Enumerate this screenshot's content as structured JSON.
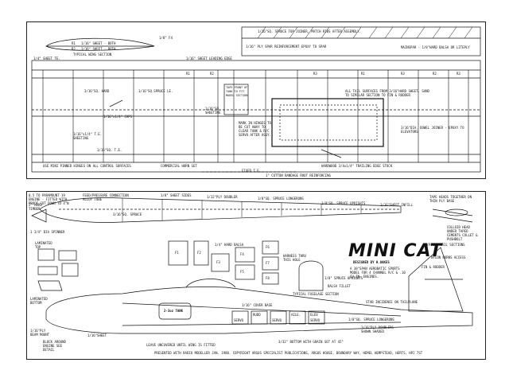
{
  "wing": {
    "section_title": "TYPICAL WING SECTION",
    "rib_labels": [
      "R1",
      "R2"
    ],
    "sheet_labels": [
      "1/16\" SHEET - BOTH",
      "1/16\" SHEET - BOTH"
    ],
    "trailing_label": "1/8\" F4",
    "top_note_1": "1/16\"SQ. SPRUCE TOP JOINER, MATCH RIBS AFTER ASSEMBLY.",
    "top_note_2": "1/16\" PLY SPAR REINFORCEMENT EPOXY TO SPAR",
    "top_note_3": "MAINSPAR - 1/8\"HARD BALSA OR LITEPLY",
    "le_sheet": "1/16\" SHEET LEADING EDGE",
    "sheet_1_4": "1/4\" SHEET TE.",
    "sheet_3_16": "3/16\"SQ. HARD",
    "ribs_left": "1/16\"SQ.SPRUCE LE.",
    "sheet_capstrips": "1/16\"x1/4\" CAPS",
    "aileron_note": "ALL TAIL SURFACES FROM 3/16\"HARD SHEET. SAND TO SIMILAR SECTION TO FIN & RUDDER",
    "hinge_note": "MARK IN HINGES TO BE CUT AWAY TO CLEAR TANK & R/C SERVO AFTER ASSY.",
    "tank_note": "TAPE FRONT OF TANK TO FIT MODEL SECTION",
    "sheeting": "1/16\"SQ. SHEETING",
    "sheeting_2": "1/16\"x1/4\" T.E. SHEETING",
    "te_label": "1/16\"SQ. T.E.",
    "ribs_r": "R3",
    "dowel_note": "3/16\"DIA. DOWEL JOINER - EPOXY TO ELEVATORS",
    "control_note": "USE MINI PINNED HINGES ON ALL CONTROL SURFACES",
    "horn_note": "COMMERCIAL HORN SET",
    "trailing_stock": "HARDWOOD 3/4x1/4\" TRAILING EDGE STOCK",
    "fixed_te": "FIXED T.E.",
    "bandage_note": "1\" COTTON BANDAGE ROOT REINFORCING",
    "rib_marks": [
      "R1",
      "R2",
      "R3",
      "R1",
      "R2",
      "R3"
    ]
  },
  "fuselage": {
    "engine_note": "0.5 TO PARAMOUNT 19 ENGINE - FITTED WITH PROOF CUT DOWN TO 4\"N",
    "feed_note": "FEED/PRESSURE CONNECTION ALLOY TUBE",
    "side_note": "1/8\" SHEET SIDES",
    "doubler_note": "1/32\"PLY DOUBLER",
    "longeron_note": "1/8\"SQ. SPRUCE LONGERONS",
    "upright_note": "1/8\"SQ. SPRUCE UPRIGHTS",
    "infill_note": "1/16\"SHEET INFILL",
    "timber_note": "2\" HARD TIMBER",
    "spruce_note": "3/16\"SQ. SPRUCE",
    "spinner": "1 3/4\" DIA SPINNER",
    "laminated_top": "LAMINATED TOP",
    "laminated_bottom": "LAMINATED BOTTOM",
    "tank_label": "2-3oz TANK",
    "mount_note": "BLOCK AROUND ENGINE SEE DETAIL",
    "ply_note": "1/16\"PLY BEAM MOUNT",
    "sheet_bottom": "1/16\"SHEET",
    "leave_note": "LEAVE UNCOVERED UNTIL WING IS FITTED",
    "servo_labels": [
      "SERVO",
      "SERVO",
      "SERVO"
    ],
    "rudder_label": "RUDD",
    "aile_label": "AILE.",
    "elev_label": "ELEV",
    "cover_note": "1/16\" COVER BASE",
    "former_labels": [
      "F1",
      "F2",
      "F3",
      "F4",
      "F5",
      "F6",
      "F7",
      "F8"
    ],
    "fill_note": "1/4\" HARD BALSA",
    "harness_note": "HARNESS THRU THIS HOLE",
    "fin_note": "1/8\" SPRUCE UPRIGHTS",
    "fillet_note": "BALSA FILLET",
    "section_note": "TYPICAL FUSELAGE SECTION",
    "stab_note": "STAB INCIDENCE ON TAILPLANE",
    "longerons_note": "1/8\"SQ. SPRUCE LONGERONS",
    "doubler_note_2": "1/16\"PLY DOUBLERS SHOWN SHADED",
    "bottom_note": "3/32\" BOTTOM WITH GRAIN SET AT 45°",
    "fin_rudder": "FIN & RUDDER",
    "tail_section": "TYPICAL TAIL SECTIONS",
    "tape_note": "TAPE HEADS TOGETHER ON THIN PLY BASE",
    "collar_note": "COLLOID HEAD UNDER TAPED CEMENTS COLLET & PUSHBOLT",
    "horn_note": "NYLON HORNS ACCESS"
  },
  "title": {
    "logo": "MINI CAT",
    "designed_by": "DESIGNED BY H.OAKES",
    "description": "A 38\"SPAN AEROBATIC SPORTS MODEL FOR 4 CHANNEL R/C & .10 CU.IN. ENGINES.",
    "footer": "PRESENTED WITH RADIO MODELLER JAN. 1980. COPYRIGHT ARGUS SPECIALIST PUBLICATIONS, ARGUS HOUSE, BOUNDARY WAY, HEMEL HEMPSTEAD, HERTS, HP2 7ST"
  }
}
